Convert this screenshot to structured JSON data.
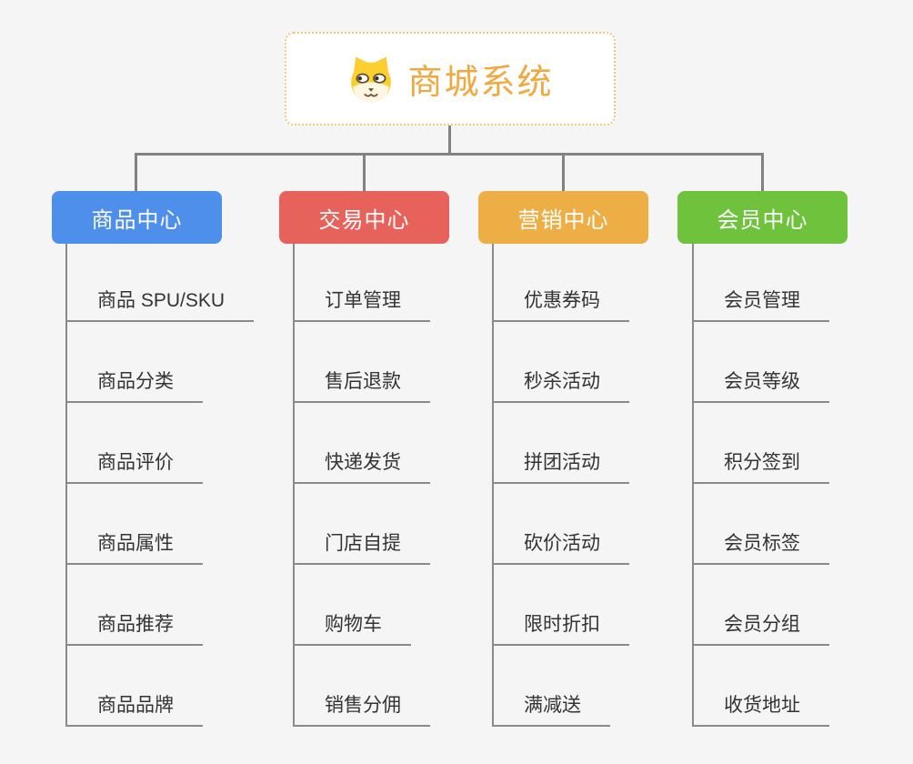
{
  "page": {
    "background_color": "#f5f5f5",
    "connector_color": "#828282",
    "underline_color": "#8a8a8a",
    "child_text_color": "#333333"
  },
  "root": {
    "title": "商城系统",
    "icon": "dog-face-icon",
    "text_color": "#f0a940",
    "border_color": "#f3c87e",
    "background": "#ffffff"
  },
  "branches": [
    {
      "label": "商品中心",
      "color": "#4d8fea",
      "children": [
        "商品 SPU/SKU",
        "商品分类",
        "商品评价",
        "商品属性",
        "商品推荐",
        "商品品牌"
      ]
    },
    {
      "label": "交易中心",
      "color": "#e8625c",
      "children": [
        "订单管理",
        "售后退款",
        "快递发货",
        "门店自提",
        "购物车",
        "销售分佣"
      ]
    },
    {
      "label": "营销中心",
      "color": "#ecae45",
      "children": [
        "优惠券码",
        "秒杀活动",
        "拼团活动",
        "砍价活动",
        "限时折扣",
        "满减送"
      ]
    },
    {
      "label": "会员中心",
      "color": "#6ec23c",
      "children": [
        "会员管理",
        "会员等级",
        "积分签到",
        "会员标签",
        "会员分组",
        "收货地址"
      ]
    }
  ]
}
